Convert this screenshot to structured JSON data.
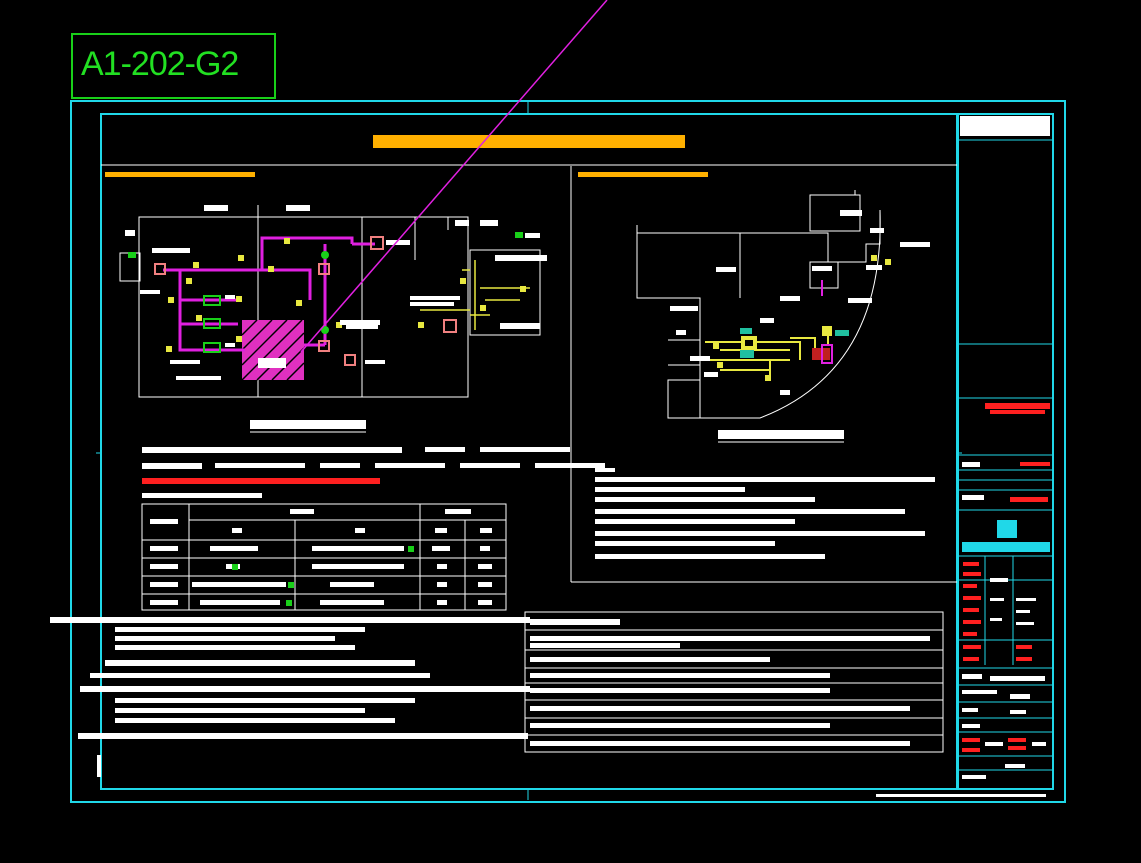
{
  "drawing": {
    "sheet_tag": "A1-202-G2",
    "colors": {
      "background": "#000000",
      "frame": "#20d8e8",
      "tag": "#22e022",
      "title": "#ffb000",
      "pipe_main": "#e020e0",
      "pipe_branch": "#e8e840",
      "annotation": "#ffffff",
      "warning": "#ff2020",
      "equipment_fill": "#e030c0"
    },
    "icons": [
      "fan-symbol",
      "valve-symbol",
      "filter-symbol",
      "hatched-room",
      "pointer-line"
    ]
  }
}
